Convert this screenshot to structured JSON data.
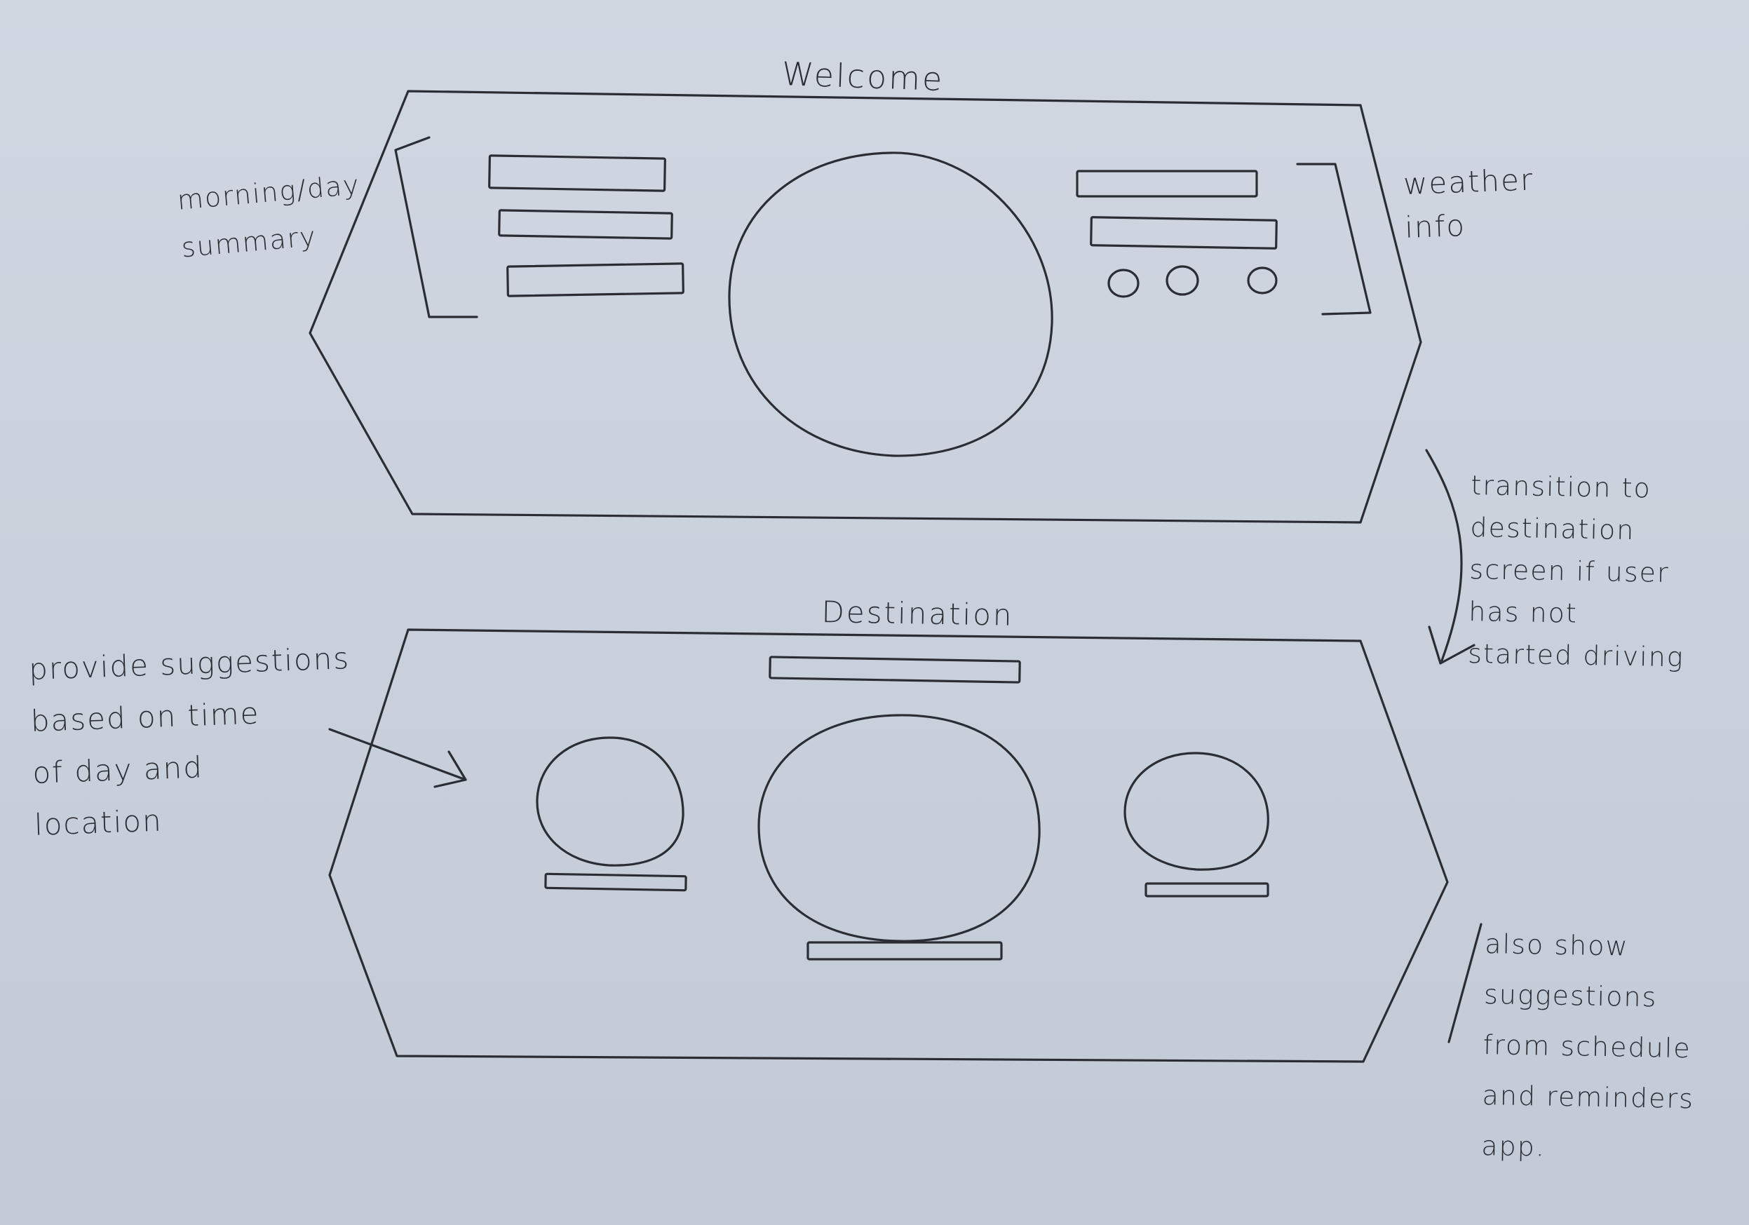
{
  "welcome": {
    "title": "Welcome",
    "note_left": "morning/day\nsummary",
    "note_right": "weather\ninfo"
  },
  "transition_note": "transition to\ndestination\nscreen if user\nhas not\nstarted driving",
  "destination": {
    "title": "Destination",
    "note_left": "provide suggestions\nbased on time\nof day and\nlocation",
    "note_right": "also show\nsuggestions\nfrom schedule\nand reminders\napp."
  },
  "colors": {
    "paper": "#c9d1dc",
    "ink": "#2a2d33"
  }
}
